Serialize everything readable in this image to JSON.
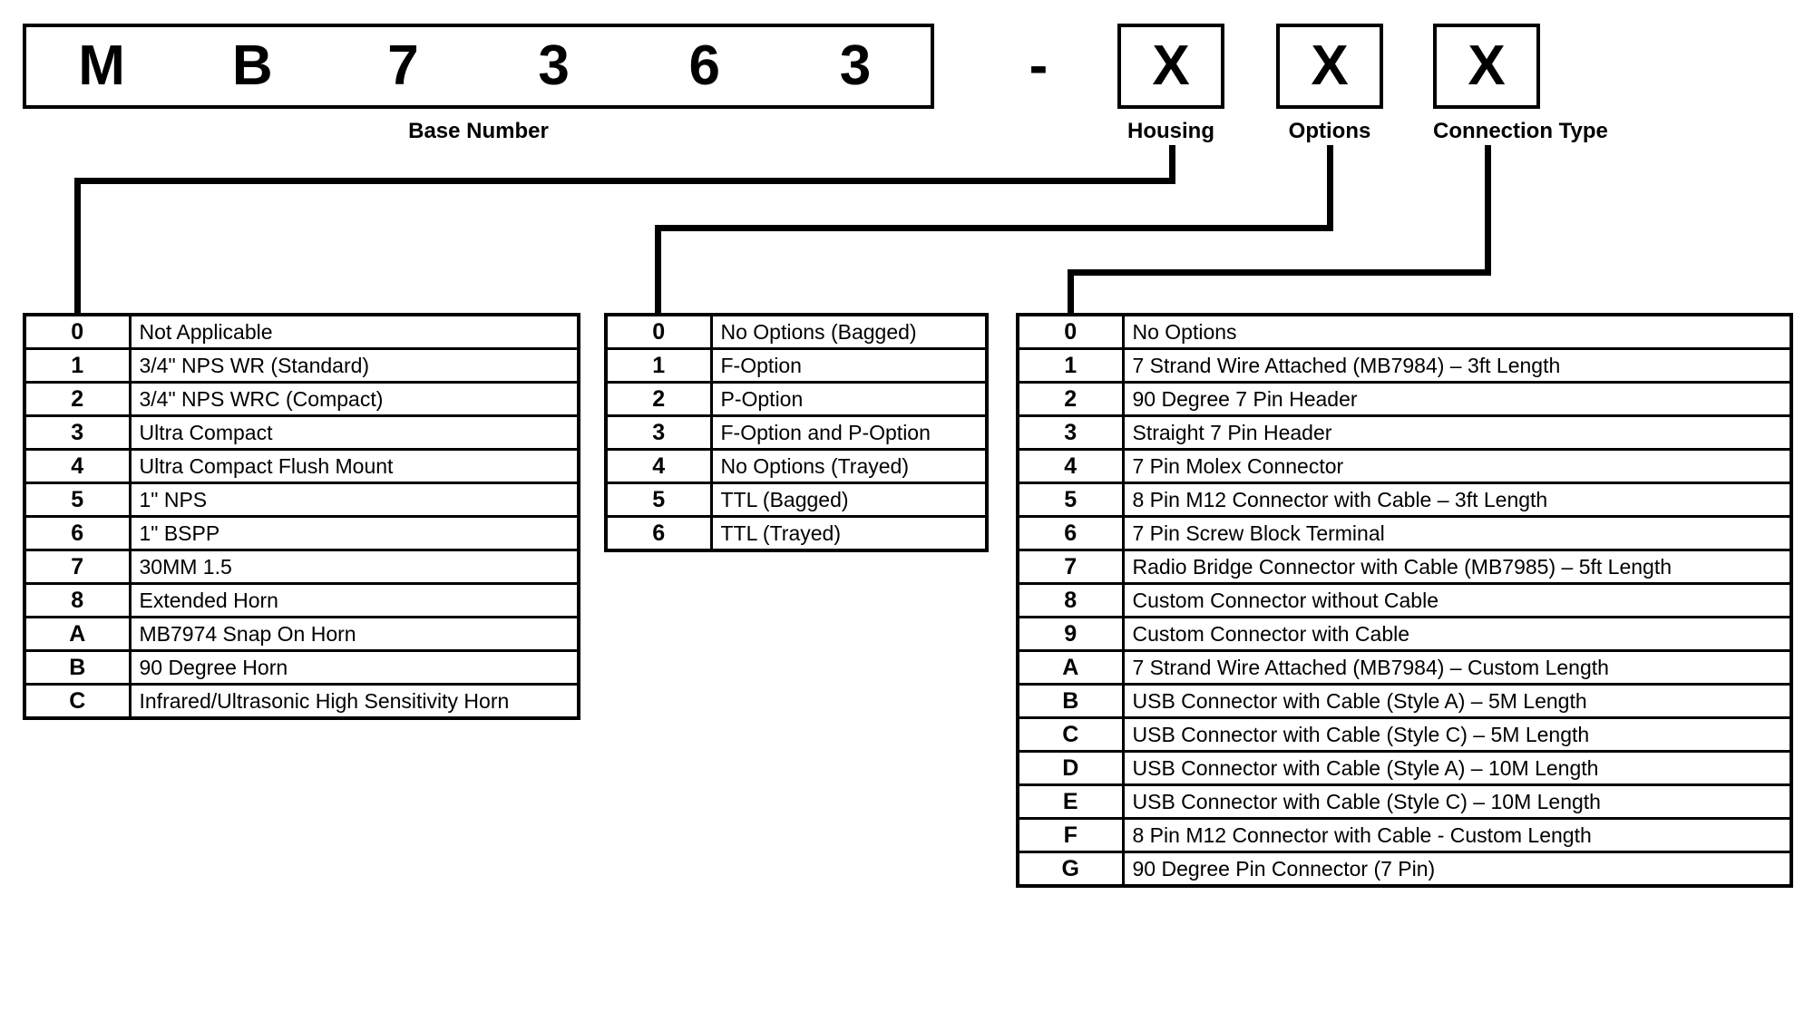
{
  "header": {
    "base_chars": [
      "M",
      "B",
      "7",
      "3",
      "6",
      "3"
    ],
    "base_caption": "Base Number",
    "separator": "-",
    "placeholder_char": "X",
    "fields": [
      {
        "caption": "Housing",
        "value": "X"
      },
      {
        "caption": "Options",
        "value": "X"
      },
      {
        "caption": "Connection Type",
        "value": "X"
      }
    ]
  },
  "tables": {
    "housing": {
      "title": "Housing",
      "rows": [
        {
          "code": "0",
          "desc": "Not Applicable"
        },
        {
          "code": "1",
          "desc": "3/4\" NPS WR (Standard)"
        },
        {
          "code": "2",
          "desc": "3/4\" NPS WRC (Compact)"
        },
        {
          "code": "3",
          "desc": "Ultra Compact"
        },
        {
          "code": "4",
          "desc": "Ultra Compact Flush Mount"
        },
        {
          "code": "5",
          "desc": "1\" NPS"
        },
        {
          "code": "6",
          "desc": "1\" BSPP"
        },
        {
          "code": "7",
          "desc": "30MM 1.5"
        },
        {
          "code": "8",
          "desc": "Extended Horn"
        },
        {
          "code": "A",
          "desc": "MB7974 Snap On Horn"
        },
        {
          "code": "B",
          "desc": "90 Degree Horn"
        },
        {
          "code": "C",
          "desc": "Infrared/Ultrasonic High Sensitivity Horn"
        }
      ]
    },
    "options": {
      "title": "Options",
      "rows": [
        {
          "code": "0",
          "desc": "No Options (Bagged)"
        },
        {
          "code": "1",
          "desc": "F-Option"
        },
        {
          "code": "2",
          "desc": "P-Option"
        },
        {
          "code": "3",
          "desc": "F-Option and P-Option"
        },
        {
          "code": "4",
          "desc": "No Options (Trayed)"
        },
        {
          "code": "5",
          "desc": "TTL (Bagged)"
        },
        {
          "code": "6",
          "desc": "TTL (Trayed)"
        }
      ]
    },
    "connection": {
      "title": "Connection Type",
      "rows": [
        {
          "code": "0",
          "desc": "No Options"
        },
        {
          "code": "1",
          "desc": "7 Strand Wire Attached (MB7984) – 3ft Length"
        },
        {
          "code": "2",
          "desc": "90 Degree 7 Pin Header"
        },
        {
          "code": "3",
          "desc": "Straight 7 Pin Header"
        },
        {
          "code": "4",
          "desc": "7 Pin Molex Connector"
        },
        {
          "code": "5",
          "desc": "8 Pin M12 Connector with Cable – 3ft Length"
        },
        {
          "code": "6",
          "desc": "7 Pin Screw Block Terminal"
        },
        {
          "code": "7",
          "desc": "Radio Bridge Connector with Cable (MB7985) – 5ft Length"
        },
        {
          "code": "8",
          "desc": "Custom Connector without Cable"
        },
        {
          "code": "9",
          "desc": "Custom Connector with Cable"
        },
        {
          "code": "A",
          "desc": "7 Strand Wire Attached (MB7984) – Custom Length"
        },
        {
          "code": "B",
          "desc": "USB Connector with Cable (Style A) – 5M Length"
        },
        {
          "code": "C",
          "desc": "USB Connector with Cable (Style C) – 5M Length"
        },
        {
          "code": "D",
          "desc": "USB Connector with Cable (Style A) – 10M Length"
        },
        {
          "code": "E",
          "desc": "USB Connector with Cable (Style C) – 10M Length"
        },
        {
          "code": "F",
          "desc": "8 Pin M12 Connector with Cable - Custom Length"
        },
        {
          "code": "G",
          "desc": "90 Degree Pin Connector (7 Pin)"
        }
      ]
    }
  },
  "colors": {
    "line": "#000000",
    "background": "#ffffff"
  }
}
